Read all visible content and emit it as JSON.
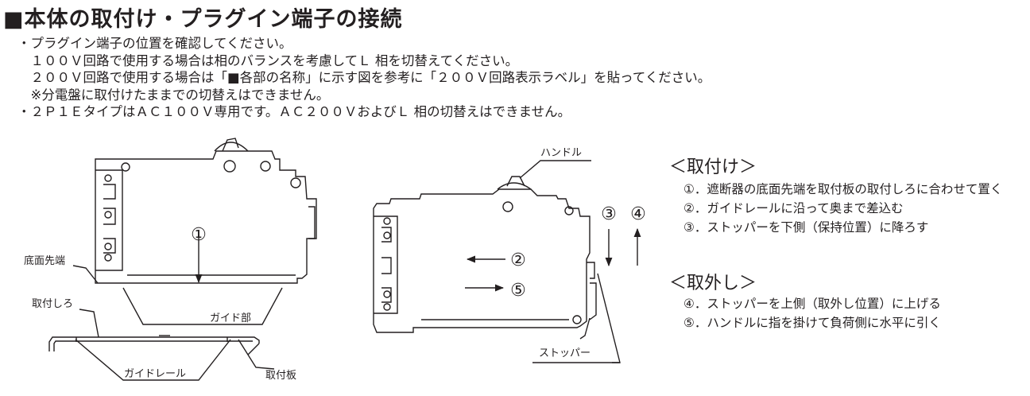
{
  "title": "■本体の取付け・プラグイン端子の接続",
  "notes": [
    "・プラグイン端子の位置を確認してください。",
    "　１００Ｖ回路で使用する場合は相のバランスを考慮してＬ 相を切替えてください。",
    "　２００Ｖ回路で使用する場合は「■各部の名称」に示す図を参考に「２００Ｖ回路表示ラベル」を貼ってください。",
    "　※分電盤に取付けたままでの切替えはできません。",
    "・２Ｐ１ＥタイプはＡＣ１００Ｖ専用です。ＡＣ２００ＶおよびＬ 相の切替えはできません。"
  ],
  "figure_left": {
    "label_bottom_tip": "底面先端",
    "label_mount_edge": "取付しろ",
    "label_guide_part": "ガイド部",
    "label_guide_rail": "ガイドレール",
    "label_mount_plate": "取付板",
    "arrow_1": "①"
  },
  "figure_right": {
    "label_handle": "ハンドル",
    "label_stopper": "ストッパー",
    "arrow_2": "②",
    "arrow_5": "⑤",
    "arrow_3": "③",
    "arrow_4": "④"
  },
  "install": {
    "heading": "＜取付け＞",
    "steps": [
      "①．遮断器の底面先端を取付板の取付しろに合わせて置く",
      "②．ガイドレールに沿って奥まで差込む",
      "③．ストッパーを下側（保持位置）に降ろす"
    ]
  },
  "remove": {
    "heading": "＜取外し＞",
    "steps": [
      "④．ストッパーを上側（取外し位置）に上げる",
      "⑤．ハンドルに指を掛けて負荷側に水平に引く"
    ]
  }
}
